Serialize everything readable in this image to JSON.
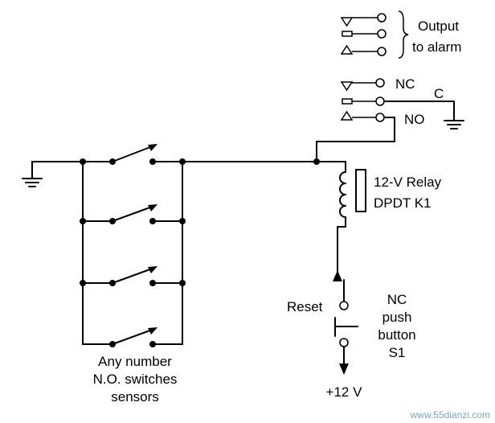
{
  "labels": {
    "output_line1": "Output",
    "output_line2": "to alarm",
    "nc": "NC",
    "c": "C",
    "no": "NO",
    "relay_line1": "12-V Relay",
    "relay_line2": "DPDT K1",
    "reset": "Reset",
    "pushbutton_line1": "NC",
    "pushbutton_line2": "push",
    "pushbutton_line3": "button",
    "pushbutton_line4": "S1",
    "supply": "+12 V",
    "switches_line1": "Any number",
    "switches_line2": "N.O. switches",
    "switches_line3": "sensors"
  },
  "watermark": "www.55dianzi.com"
}
